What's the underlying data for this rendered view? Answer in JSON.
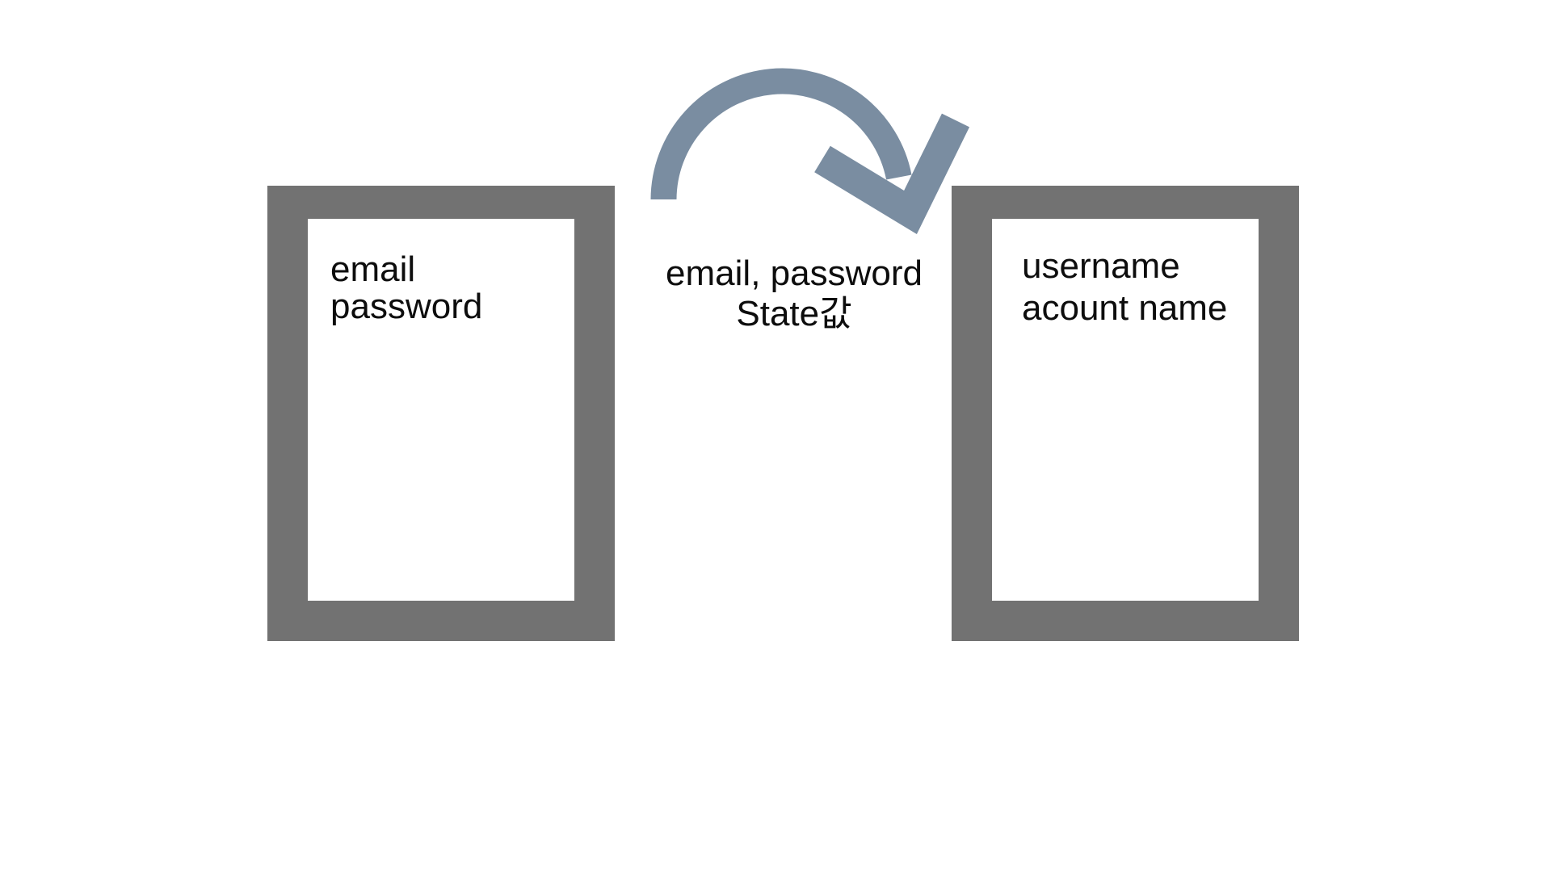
{
  "diagram": {
    "background_color": "#ffffff",
    "left_box": {
      "lines": [
        "email",
        "password"
      ]
    },
    "right_box": {
      "lines": [
        "username",
        "acount name"
      ]
    },
    "arrow": {
      "icon": "curved-arrow-right-icon",
      "color": "#7a8da1",
      "label_lines": [
        "email, password",
        "State값"
      ]
    },
    "colors": {
      "box_border": "#727272",
      "box_fill": "#ffffff",
      "text": "#0d0d0d"
    }
  }
}
